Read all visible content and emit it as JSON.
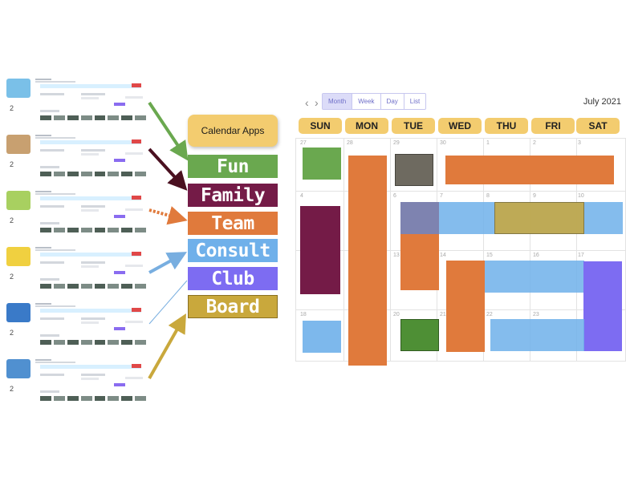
{
  "calendar_apps_label": "Calendar Apps",
  "apps": [
    {
      "label": "Fun",
      "color": "#6aa84f"
    },
    {
      "label": "Family",
      "color": "#741b47"
    },
    {
      "label": "Team",
      "color": "#e07a3c"
    },
    {
      "label": "Consult",
      "color": "#6fb0ea"
    },
    {
      "label": "Club",
      "color": "#7d6cf2"
    },
    {
      "label": "Board",
      "color": "#c9a83c"
    }
  ],
  "thumbnail_numbers": [
    "2",
    "2",
    "2",
    "2",
    "2",
    "2"
  ],
  "calendar": {
    "nav_prev": "‹",
    "nav_next": "›",
    "views": [
      "Month",
      "Week",
      "Day",
      "List"
    ],
    "active_view": "Month",
    "month_label": "July 2021",
    "days": [
      "SUN",
      "MON",
      "TUE",
      "WED",
      "THU",
      "FRI",
      "SAT"
    ],
    "weeks": [
      [
        "27",
        "28",
        "29",
        "30",
        "1",
        "2",
        "3"
      ],
      [
        "4",
        "",
        "6",
        "7",
        "8",
        "9",
        "10"
      ],
      [
        "",
        "",
        "13",
        "14",
        "15",
        "16",
        "17"
      ],
      [
        "18",
        "",
        "20",
        "21",
        "22",
        "23",
        ""
      ]
    ]
  }
}
